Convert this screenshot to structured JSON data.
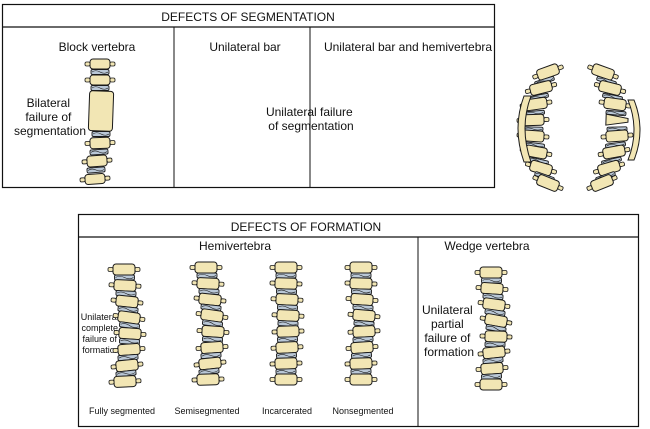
{
  "segmentation": {
    "title": "DEFECTS OF SEGMENTATION",
    "block_vertebra": "Block vertebra",
    "unilateral_bar": "Unilateral bar",
    "unilateral_bar_hemivertebra": "Unilateral bar and hemivertebra",
    "bilateral_failure": [
      "Bilateral",
      "failure of",
      "segmentation"
    ],
    "unilateral_failure": [
      "Unilateral failure",
      "of segmentation"
    ]
  },
  "formation": {
    "title": "DEFECTS OF FORMATION",
    "hemivertebra": "Hemivertebra",
    "wedge_vertebra": "Wedge vertebra",
    "unilateral_complete": [
      "Unilateral",
      "complete",
      "failure of",
      "formation"
    ],
    "unilateral_partial": [
      "Unilateral",
      "partial",
      "failure of",
      "formation"
    ],
    "captions": {
      "fully_segmented": "Fully segmented",
      "semisegmented": "Semisegmented",
      "incarcerated": "Incarcerated",
      "nonsegmented": "Nonsegmented"
    }
  },
  "colors": {
    "bone": "#f2e6b4",
    "disc": "#b9c7d6",
    "outline": "#1a1a1a"
  }
}
